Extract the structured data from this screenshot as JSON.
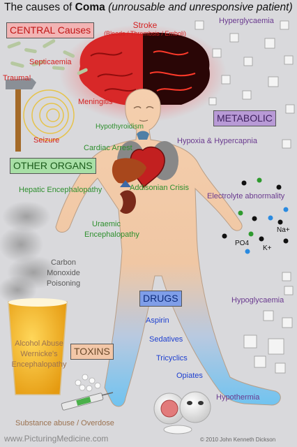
{
  "title": {
    "prefix": "The causes of ",
    "bold": "Coma",
    "italic": "(unrousable and unresponsive patient)"
  },
  "categories": {
    "central": "CENTRAL Causes",
    "metabolic": "METABOLIC",
    "other_organs": "OTHER ORGANS",
    "drugs": "DRUGS",
    "toxins": "TOXINS"
  },
  "central": {
    "stroke": "Stroke",
    "stroke_detail": "(Bleeds / Thrombsis / Emboli)",
    "septicaemia": "Septicaemia",
    "trauma": "Trauma!",
    "meningitis": "Meningitis",
    "seizure": "Seizure"
  },
  "metabolic": {
    "hyperglycaemia": "Hyperglycaemia",
    "hypoxia": "Hypoxia & Hypercapnia",
    "electrolyte": "Electrolyte abnormality",
    "ions": [
      "Na+",
      "PO4",
      "K+"
    ],
    "hypoglycaemia": "Hypoglycaemia",
    "hypothermia": "Hypothermia"
  },
  "other_organs": {
    "hypothyroidism": "Hypothyroidism",
    "cardiac_arrest": "Cardiac Arrest",
    "hepatic_line1": "Hepatic Encephalopathy",
    "addisonian": "Addisonian Crisis",
    "uraemic_line1": "Uraemic",
    "uraemic_line2": "Encephalopathy"
  },
  "drugs": {
    "items": [
      "Aspirin",
      "Sedatives",
      "Tricyclics",
      "Opiates"
    ]
  },
  "toxins": {
    "co_line1": "Carbon",
    "co_line2": "Monoxide",
    "co_line3": "Poisoning",
    "alcohol_line1": "Alcohol Abuse",
    "alcohol_line2": "Wernicke's",
    "alcohol_line3": "Encephalopathy",
    "substance": "Substance abuse / Overdose"
  },
  "footer": {
    "website": "www.PicturingMedicine.com",
    "copyright": "© 2010 John Kenneth Dickson"
  },
  "colors": {
    "central": "#d42020",
    "other_organs": "#2e8f2e",
    "metabolic": "#6a3a8f",
    "drugs": "#1d3fcf",
    "toxins": "#9b7250",
    "background": "#d9d9dc"
  }
}
